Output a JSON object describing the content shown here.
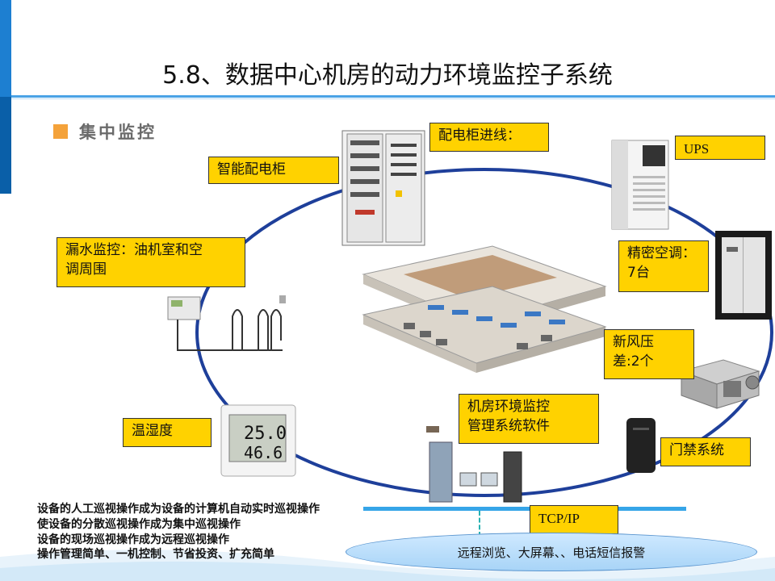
{
  "title": "5.8、数据中心机房的动力环境监控子系统",
  "section_title": "集中监控",
  "labels": {
    "cabinet_feed": "配电柜进线：",
    "smart_cabinet": "智能配电柜",
    "ups": "UPS",
    "ac_line1": "精密空调：",
    "ac_line2": "7台",
    "leak_line1": "漏水监控：油机室和空",
    "leak_line2": "调周围",
    "fresh_air_line1": "新风压",
    "fresh_air_line2": "差:2个",
    "software_line1": "机房环境监控",
    "software_line2": "管理系统软件",
    "temp_humidity": "温湿度",
    "access_control": "门禁系统",
    "tcpip": "TCP/IP"
  },
  "thermo": {
    "temp": "25.0",
    "humidity": "46.6"
  },
  "bullets": [
    "设备的人工巡视操作成为设备的计算机自动实时巡视操作",
    "使设备的分散巡视操作成为集中巡视操作",
    "设备的现场巡视操作成为远程巡视操作",
    "操作管理简单、一机控制、节省投资、扩充简单"
  ],
  "remote": "远程浏览、大屏幕、、电话短信报警",
  "colors": {
    "label_bg": "#ffd200",
    "ring": "#1e3f9a",
    "accent_blue": "#0a5fa8",
    "section_square": "#f4a23a",
    "network_line": "#36a5e8"
  }
}
